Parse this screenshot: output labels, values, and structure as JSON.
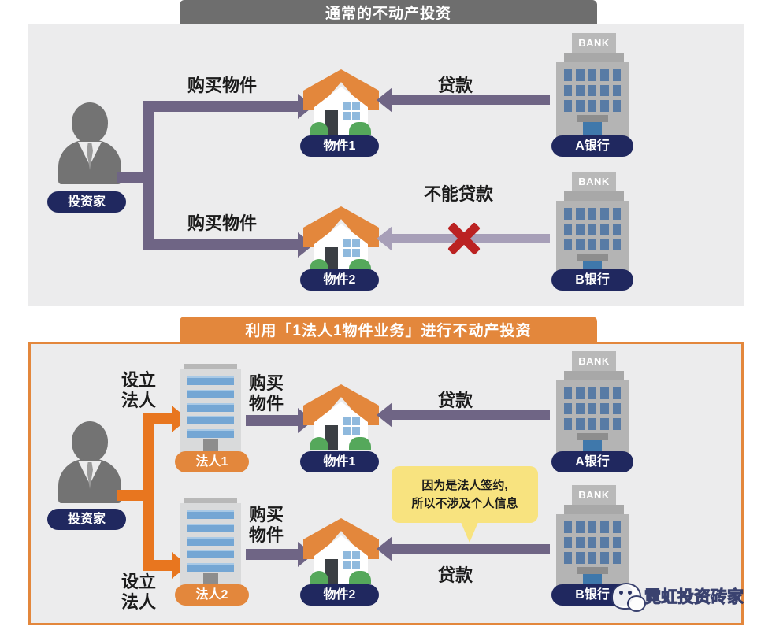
{
  "sections": {
    "top": {
      "banner_title": "通常的不动产投资",
      "banner_color": "#6e6e6e",
      "investor_label": "投资家",
      "flows": [
        {
          "action_label": "购买物件",
          "property_label": "物件1",
          "loan_label": "贷款",
          "bank_label": "A银行",
          "bank_sign": "BANK",
          "loan_allowed": true
        },
        {
          "action_label": "购买物件",
          "property_label": "物件2",
          "loan_label": "不能贷款",
          "bank_label": "B银行",
          "bank_sign": "BANK",
          "loan_allowed": false
        }
      ]
    },
    "bottom": {
      "banner_title": "利用「1法人1物件业务」进行不动产投资",
      "banner_color": "#e3873c",
      "investor_label": "投资家",
      "flows": [
        {
          "setup_label": "设立\n法人",
          "corp_label": "法人1",
          "buy_label": "购买\n物件",
          "property_label": "物件1",
          "loan_label": "贷款",
          "bank_label": "A银行",
          "bank_sign": "BANK"
        },
        {
          "setup_label": "设立\n法人",
          "corp_label": "法人2",
          "buy_label": "购买\n物件",
          "property_label": "物件2",
          "loan_label": "贷款",
          "bank_label": "B银行",
          "bank_sign": "BANK"
        }
      ],
      "callout": {
        "line1": "因为是法人签约,",
        "line2": "所以不涉及个人信息",
        "color": "#f8e37f"
      }
    }
  },
  "labels": {
    "setup_l1": "设立",
    "setup_l2": "法人",
    "buy_l1": "购买",
    "buy_l2": "物件"
  },
  "watermark": {
    "text": "霓虹投资砖家",
    "icon": "wechat-icon"
  },
  "colors": {
    "purple_arrow": "#6f6585",
    "purple_arrow_faded": "#a79fb8",
    "orange_arrow": "#e8761f",
    "navy_pill": "#20285f",
    "orange_pill": "#e3873c",
    "x_mark": "#bb2222",
    "panel_bg": "#ececed",
    "roof": "#e3873c"
  }
}
